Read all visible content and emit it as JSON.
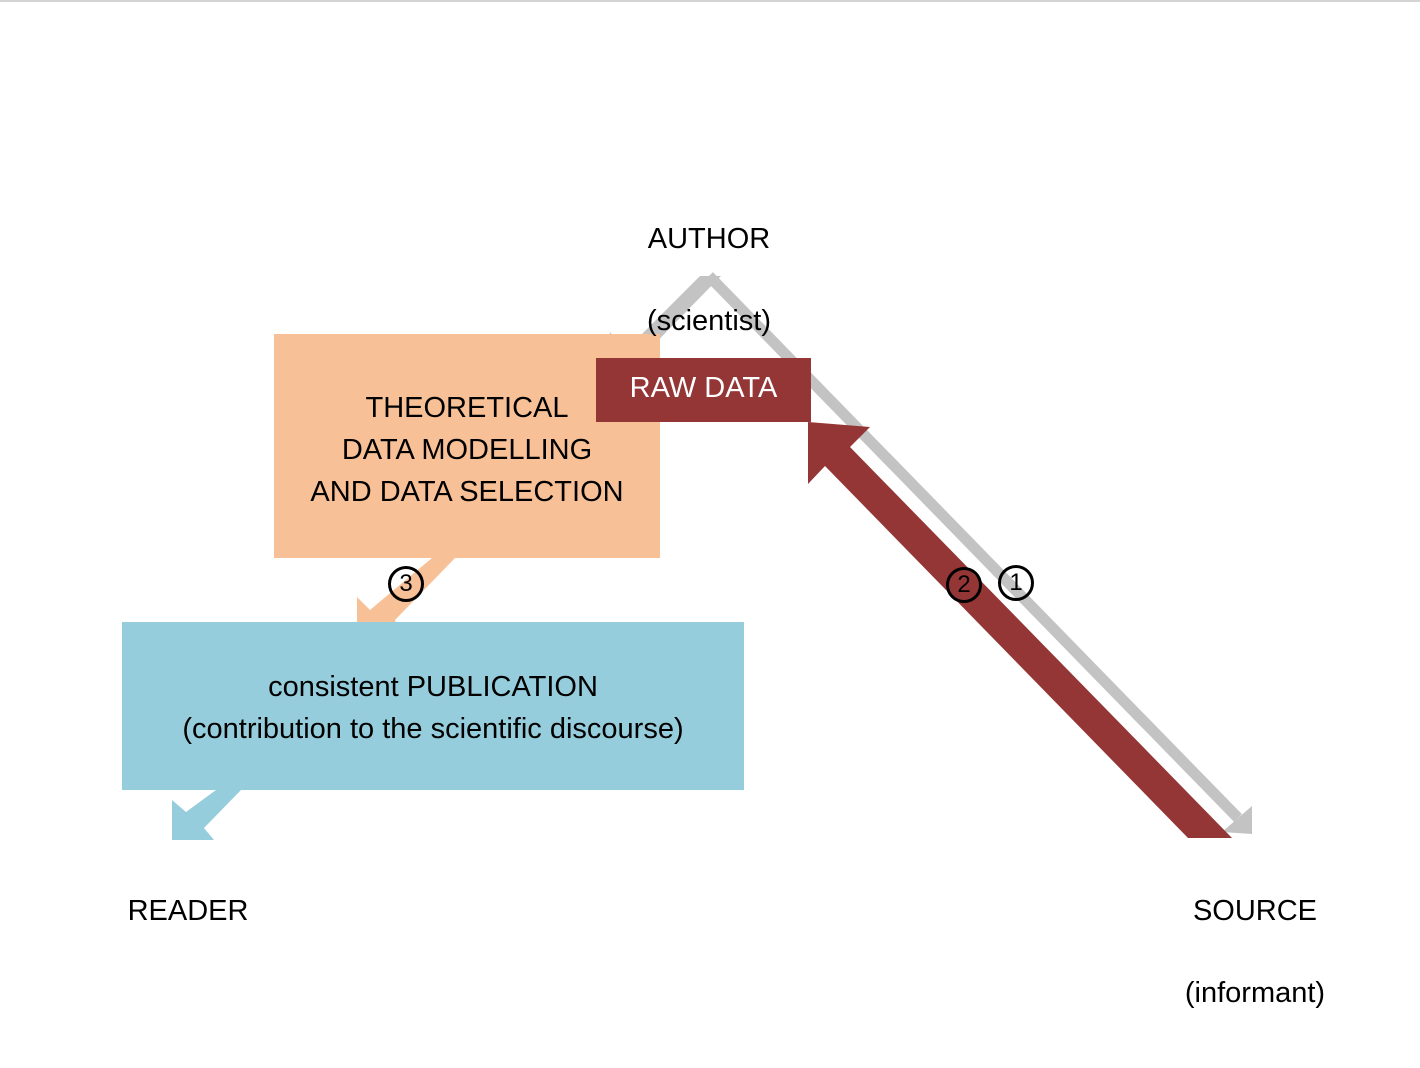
{
  "nodes": {
    "author": {
      "line1": "AUTHOR",
      "line2": "(scientist)"
    },
    "raw_data": {
      "label": "RAW DATA"
    },
    "theory": {
      "label": "THEORETICAL\nDATA MODELLING\nAND DATA SELECTION"
    },
    "publication": {
      "label": "consistent PUBLICATION\n(contribution to the scientific discourse)"
    },
    "reader": {
      "label": "READER"
    },
    "source": {
      "line1": "SOURCE",
      "line2": "(informant)"
    }
  },
  "steps": {
    "step1": "1",
    "step2": "2",
    "step3": "3"
  },
  "colors": {
    "theory_fill": "#f8c096",
    "raw_data_fill": "#943636",
    "publication_fill": "#96cddc",
    "author_arrow": "#c3c3c3",
    "source_arrow": "#943636",
    "theory_arrow": "#f8c096",
    "reader_arrow": "#96cddc"
  }
}
